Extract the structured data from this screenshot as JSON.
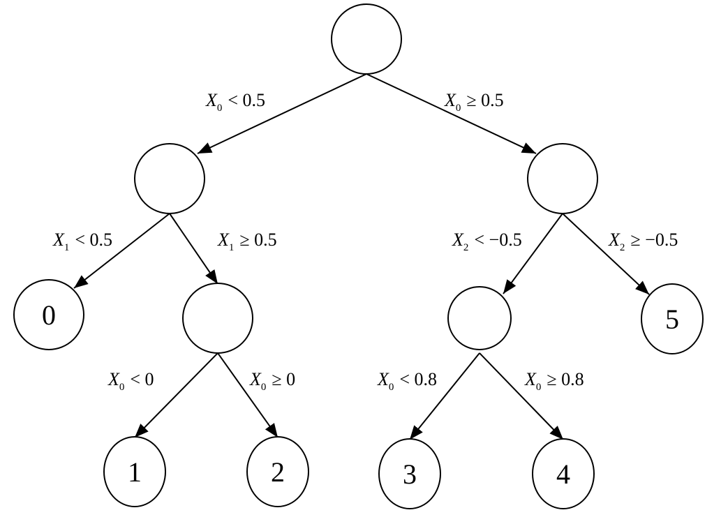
{
  "tree": {
    "nodes": {
      "root": "",
      "left": "",
      "right": "",
      "left_right": "",
      "right_left": "",
      "leaf_0": "0",
      "leaf_1": "1",
      "leaf_2": "2",
      "leaf_3": "3",
      "leaf_4": "4",
      "leaf_5": "5"
    },
    "edges": {
      "root_left": {
        "var": "X",
        "sub": "0",
        "cond": "< 0.5"
      },
      "root_right": {
        "var": "X",
        "sub": "0",
        "cond": "≥ 0.5"
      },
      "left_leaf0": {
        "var": "X",
        "sub": "1",
        "cond": "< 0.5"
      },
      "left_leftright": {
        "var": "X",
        "sub": "1",
        "cond": "≥ 0.5"
      },
      "right_rightleft": {
        "var": "X",
        "sub": "2",
        "cond": "< −0.5"
      },
      "right_leaf5": {
        "var": "X",
        "sub": "2",
        "cond": "≥ −0.5"
      },
      "leftright_leaf1": {
        "var": "X",
        "sub": "0",
        "cond": "< 0"
      },
      "leftright_leaf2": {
        "var": "X",
        "sub": "0",
        "cond": "≥ 0"
      },
      "rightleft_leaf3": {
        "var": "X",
        "sub": "0",
        "cond": "< 0.8"
      },
      "rightleft_leaf4": {
        "var": "X",
        "sub": "0",
        "cond": "≥ 0.8"
      }
    },
    "colors": {
      "stroke": "#000000",
      "fill": "#ffffff"
    }
  }
}
